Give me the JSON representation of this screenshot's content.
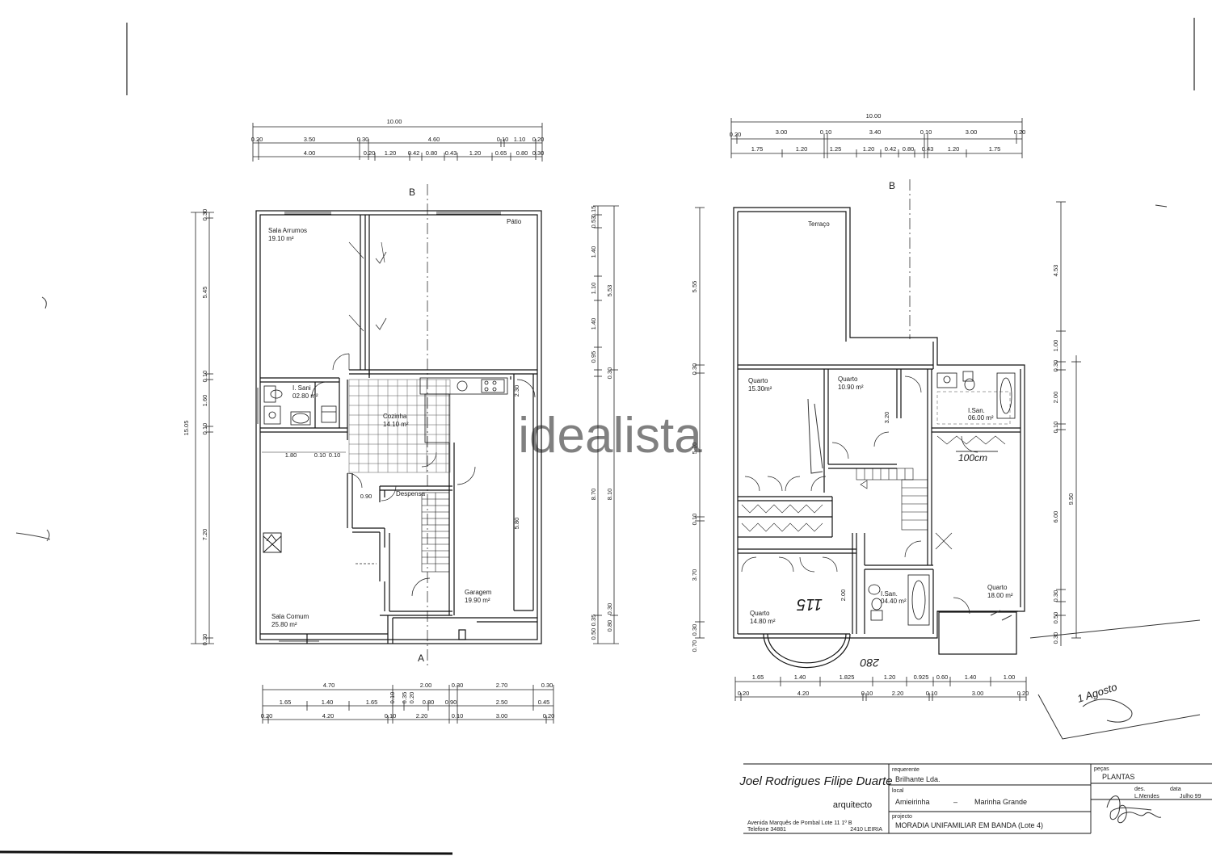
{
  "watermark": "idealista",
  "ground_floor": {
    "rooms": [
      {
        "name": "Sala Arrumos",
        "area": "19.10 m²"
      },
      {
        "name": "Pátio",
        "area": ""
      },
      {
        "name": "I. Sani",
        "area": "02.80 m²"
      },
      {
        "name": "Cozinha",
        "area": "14.10 m²"
      },
      {
        "name": "Despensa",
        "area": ""
      },
      {
        "name": "Garagem",
        "area": "19.90 m²"
      },
      {
        "name": "Sala Comum",
        "area": "25.80 m²"
      }
    ],
    "section_top": "B",
    "section_bottom": "A",
    "dims_top_total": "10.00",
    "dims_top_row1": [
      "0.20",
      "3.50",
      "0.30",
      "4.60",
      "0.10",
      "1.10",
      "0.20"
    ],
    "dims_top_row2": [
      "4.00",
      "0.20",
      "1.20",
      "0.42",
      "0.80",
      "0.43",
      "1.20",
      "0.65",
      "0.80",
      "0.30"
    ],
    "dims_bottom_row1": [
      "4.70",
      "2.00",
      "0.30",
      "2.70",
      "0.30"
    ],
    "dims_bottom_row2": [
      "1.65",
      "1.40",
      "1.65",
      "0.10",
      "0.35",
      "0.20",
      "0.80",
      "0.90",
      "2.50",
      "0.45"
    ],
    "dims_bottom_row3": [
      "0.20",
      "4.20",
      "0.10",
      "2.20",
      "0.10",
      "3.00",
      "0.20"
    ],
    "dims_left_total": "15.05",
    "dims_left": [
      "0.30",
      "5.45",
      "0.10",
      "1.60",
      "0.10",
      "7.20",
      "0.30"
    ],
    "dims_right_outer": [
      "0.15",
      "0.53",
      "1.40",
      "1.10",
      "1.40",
      "0.95",
      "0.30",
      "8.70",
      "0.35",
      "0.50"
    ],
    "dims_right_inner": [
      "5.53",
      "8.10",
      "0.80",
      "0.30"
    ],
    "dims_inner": [
      "1.80",
      "0.10",
      "0.10",
      "0.90",
      "2.30",
      "5.80"
    ]
  },
  "upper_floor": {
    "rooms": [
      {
        "name": "Terraço",
        "area": ""
      },
      {
        "name": "Quarto",
        "area": "15.30m²"
      },
      {
        "name": "Quarto",
        "area": "10.90 m²"
      },
      {
        "name": "I.San.",
        "area": "06.00 m²"
      },
      {
        "name": "Quarto",
        "area": "18.00 m²"
      },
      {
        "name": "I.San.",
        "area": "04.40 m²"
      },
      {
        "name": "Quarto",
        "area": "14.80 m²"
      }
    ],
    "section_top": "B",
    "dims_top_total": "10.00",
    "dims_top_row1": [
      "0.20",
      "3.00",
      "0.10",
      "3.40",
      "0.10",
      "3.00",
      "0.20"
    ],
    "dims_top_row2": [
      "1.75",
      "1.20",
      "1.25",
      "1.20",
      "0.42",
      "0.80",
      "0.43",
      "1.20",
      "1.75"
    ],
    "dims_bottom_row1": [
      "1.65",
      "1.40",
      "1.825",
      "1.20",
      "0.925",
      "0.60",
      "1.40",
      "1.00"
    ],
    "dims_bottom_row2": [
      "0.20",
      "4.20",
      "0.10",
      "2.20",
      "0.10",
      "3.00",
      "0.20"
    ],
    "dims_left": [
      "5.55",
      "0.30",
      "5.10",
      "0.10",
      "3.70",
      "0.30",
      "0.70"
    ],
    "dims_right": [
      "4.53",
      "1.00",
      "0.30",
      "2.00",
      "0.10",
      "6.00",
      "9.50",
      "0.30",
      "0.50",
      "0.30"
    ],
    "dims_inner": [
      "3.20",
      "2.00"
    ]
  },
  "handwriting": {
    "note_1": "115",
    "note_2": "280",
    "note_3": "100cm",
    "note_4": "1 Agosto"
  },
  "title_block": {
    "architect_name": "Joel Rodrigues Filipe Duarte",
    "architect_title": "arquitecto",
    "address_line": "Avenida Marquês de Pombal Lote 11 1º B",
    "phone": "Telefone 34881",
    "city": "2410 LEIRIA",
    "requerente_label": "requerente",
    "requerente": "Brilhante Lda.",
    "local_label": "local",
    "local_a": "Amieirinha",
    "local_sep": "–",
    "local_b": "Marinha Grande",
    "projecto_label": "projecto",
    "projecto": "MORADIA UNIFAMILIAR EM BANDA (Lote 4)",
    "pecas_label": "peças",
    "pecas": "PLANTAS",
    "des_label": "des.",
    "data_label": "data",
    "des_value": "L.Mendes",
    "data_value": "Julho 99"
  }
}
